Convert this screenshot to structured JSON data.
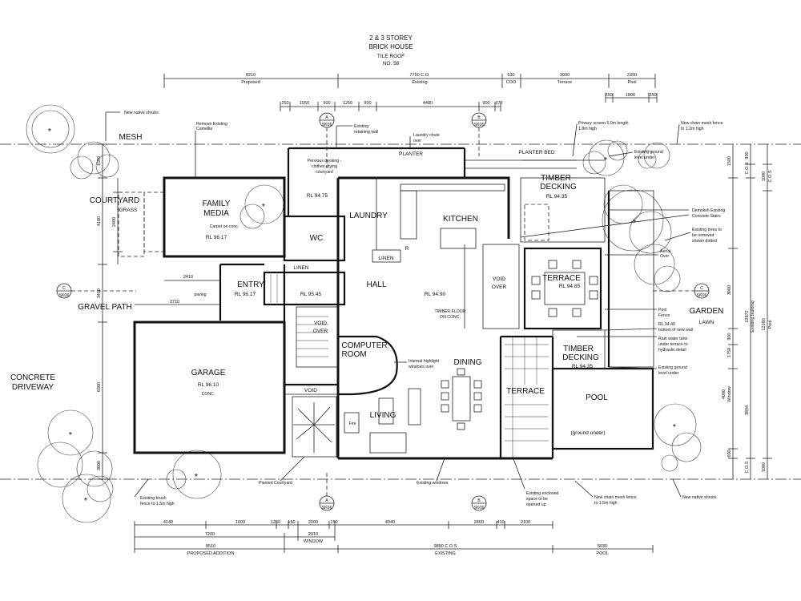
{
  "title": {
    "line1": "2 & 3 STOREY",
    "line2": "BRICK HOUSE",
    "line3": "TILE ROOF",
    "line4": "NO. 56"
  },
  "rooms": {
    "family_media": "FAMILY",
    "family_media2": "MEDIA",
    "family_note": "Carpet on conc.",
    "family_rl": "RL 96.17",
    "laundry": "LAUNDRY",
    "kitchen": "KITCHEN",
    "wc": "WC",
    "linen1": "LINEN",
    "linen2": "LINEN",
    "entry": "ENTRY",
    "entry_rl": "RL 96.17",
    "hall_rl": "RL 95.45",
    "hall": "HALL",
    "main_rl": "RL 94.90",
    "timber_floor": "TIMBER FLOOR",
    "on_conc": "ON CONC.",
    "void_over1": "VOID",
    "void_over1b": "OVER",
    "void_over2": "VOID",
    "void_over2b": "OVER",
    "computer": "COMPUTER",
    "computer2": "ROOM",
    "dining": "DINING",
    "living": "LIVING",
    "garage": "GARAGE",
    "garage_rl": "RL 96.10",
    "garage_conc": "CONC.",
    "void": "VOID",
    "terrace1": "TERRACE",
    "terrace1_rl": "RL 94.85",
    "terrace2": "TERRACE",
    "timber_decking1": "TIMBER",
    "timber_decking1b": "DECKING",
    "timber_decking1_rl": "RL 94.35",
    "timber_decking2": "TIMBER",
    "timber_decking2b": "DECKING",
    "timber_decking2_rl": "RL 94.35",
    "pool": "POOL",
    "pool_note": "(ground under)",
    "pervious_rl": "RL 94.75",
    "pervious_note1": "Pervious decking -",
    "pervious_note2": "clothes drying",
    "pervious_note3": "courtyard",
    "planter": "PLANTER",
    "planter_bed": "PLANTER BED",
    "garden": "GARDEN",
    "lawn": "LAWN",
    "fridge": "R",
    "paving": "paving",
    "fire": "Fire"
  },
  "site": {
    "mesh": "MESH",
    "courtyard": "COURTYARD",
    "grass": "GRASS",
    "gravel_path": "GRAVEL PATH",
    "concrete": "CONCRETE",
    "driveway": "DRIVEWAY"
  },
  "section_markers": [
    {
      "letter": "A",
      "code": "SK06"
    },
    {
      "letter": "B",
      "code": "SK06"
    },
    {
      "letter": "C",
      "code": "SK06"
    },
    {
      "letter": "C",
      "code": "SK06"
    },
    {
      "letter": "A",
      "code": "SK06"
    },
    {
      "letter": "B",
      "code": "SK06"
    }
  ],
  "notes": {
    "new_native_shrubs": "New native shrubs",
    "remove_camellia1": "Remove Existing",
    "remove_camellia2": "Camellia",
    "existing_wall1": "Existing",
    "existing_wall2": "retaining wall",
    "laundry_chute1": "Laundry chute",
    "laundry_chute2": "over",
    "privacy1": "Privacy screen 5.0m length",
    "privacy2": "1.8m high",
    "chain_mesh_top1": "New chain mesh fence",
    "chain_mesh_top2": "to 1.2m high",
    "existing_ground1": "Existing ground",
    "existing_ground2": "level under",
    "demolish1": "Demolish Existing",
    "demolish2": "Concrete Stairs",
    "trees_removed1": "Existing trees to",
    "trees_removed2": "be removed",
    "trees_removed3": "shown dotted",
    "aerial": "Aerial",
    "over": "Over",
    "pool_fence1": "Pool",
    "pool_fence2": "Fence",
    "rl_wall1": "RL 94.40",
    "rl_wall2": "bottom of new wall",
    "rainwater1": "Rain water tank",
    "rainwater2": "under terrace to",
    "rainwater3": "hydraulic detail",
    "existing_ground_b1": "Existing ground",
    "existing_ground_b2": "level under",
    "internal_windows1": "Internal highlight",
    "internal_windows2": "windows over",
    "existing_brush1": "Existing brush",
    "existing_brush2": "fence to 1.5m high",
    "planted_courtyard": "Planted Courtyard",
    "existing_windows": "Existing windows",
    "existing_enclosed1": "Existing enclosed",
    "existing_enclosed2": "space to be",
    "existing_enclosed3": "opened up",
    "chain_mesh_bottom1": "New chain mesh fence",
    "chain_mesh_bottom2": "to 1.5m high",
    "new_native_shrubs2": "New native shrubs"
  },
  "dims_top": {
    "d1": "8210",
    "d1_label": "Proposed",
    "d2": "7750 C.O.",
    "d2_label": "Existing",
    "d3": "530",
    "d3_label": "COO",
    "d4": "3900",
    "d4_label": "Terrace",
    "d5": "2300",
    "d5_label": "Pool",
    "s1": "250",
    "s2": "1550",
    "s3": "900",
    "s4": "1250",
    "s5": "900",
    "s6": "4480",
    "s7": "900",
    "s8": "370",
    "s9": "250",
    "s10": "1800",
    "s11": "250"
  },
  "dims_bottom": {
    "b1": "4140",
    "b2": "1600",
    "b3": "1260",
    "b4": "150",
    "b5": "2000",
    "b6": "150",
    "b7": "4940",
    "b8": "2400",
    "b9": "410",
    "b10": "2100",
    "c1": "7200",
    "c2": "2310",
    "c2_label": "WINDOW",
    "e1": "9510",
    "e1_label": "PROPOSED ADDITION",
    "e2": "9850 C.O.S",
    "e2_label": "EXISTING",
    "e3": "5030",
    "e3_label": "POOL"
  },
  "dims_left": {
    "l1": "1500",
    "l2": "2400",
    "l3": "4100",
    "l4": "3410",
    "l5": "2410",
    "l6": "3710",
    "l7": "6300",
    "l8": "3000"
  },
  "dims_right": {
    "r1": "1500",
    "r2": "900",
    "r2_label": "C.O.S",
    "r3": "1000",
    "r3_label": "C.O.S",
    "r4": "3900",
    "r5": "12872",
    "r5_label": "Existing building",
    "r6": "12160",
    "r6_label": "Pool",
    "r7": "1750",
    "r8": "900",
    "r9": "4000",
    "r9_label": "Window",
    "r10": "3894",
    "r11": "600",
    "r12": "1000",
    "r12_label": "C.O.S"
  }
}
